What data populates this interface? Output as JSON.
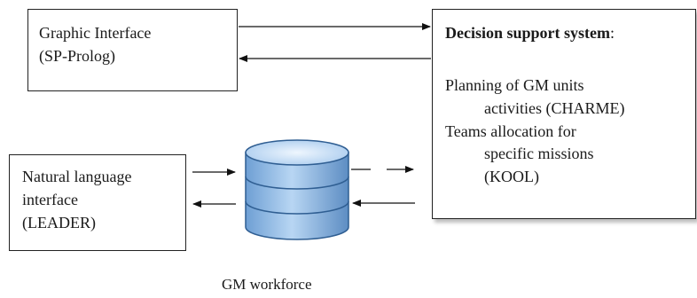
{
  "graphic_interface": {
    "title": "Graphic Interface",
    "subtitle": "(SP-Prolog)"
  },
  "decision_support": {
    "title": "Decision support system",
    "title_suffix": ":",
    "line1": "Planning of GM units",
    "line2": "activities (CHARME)",
    "line3": "Teams allocation for",
    "line4": "specific missions",
    "line5": "(KOOL)"
  },
  "natural_language": {
    "line1": "Natural language",
    "line2": "interface",
    "line3": "(LEADER)"
  },
  "database": {
    "label": "GM workforce",
    "icon": "database-cylinder-icon",
    "fill_top": "#dcecfb",
    "fill_body": "#8fbcea",
    "stroke": "#2f5e92"
  }
}
